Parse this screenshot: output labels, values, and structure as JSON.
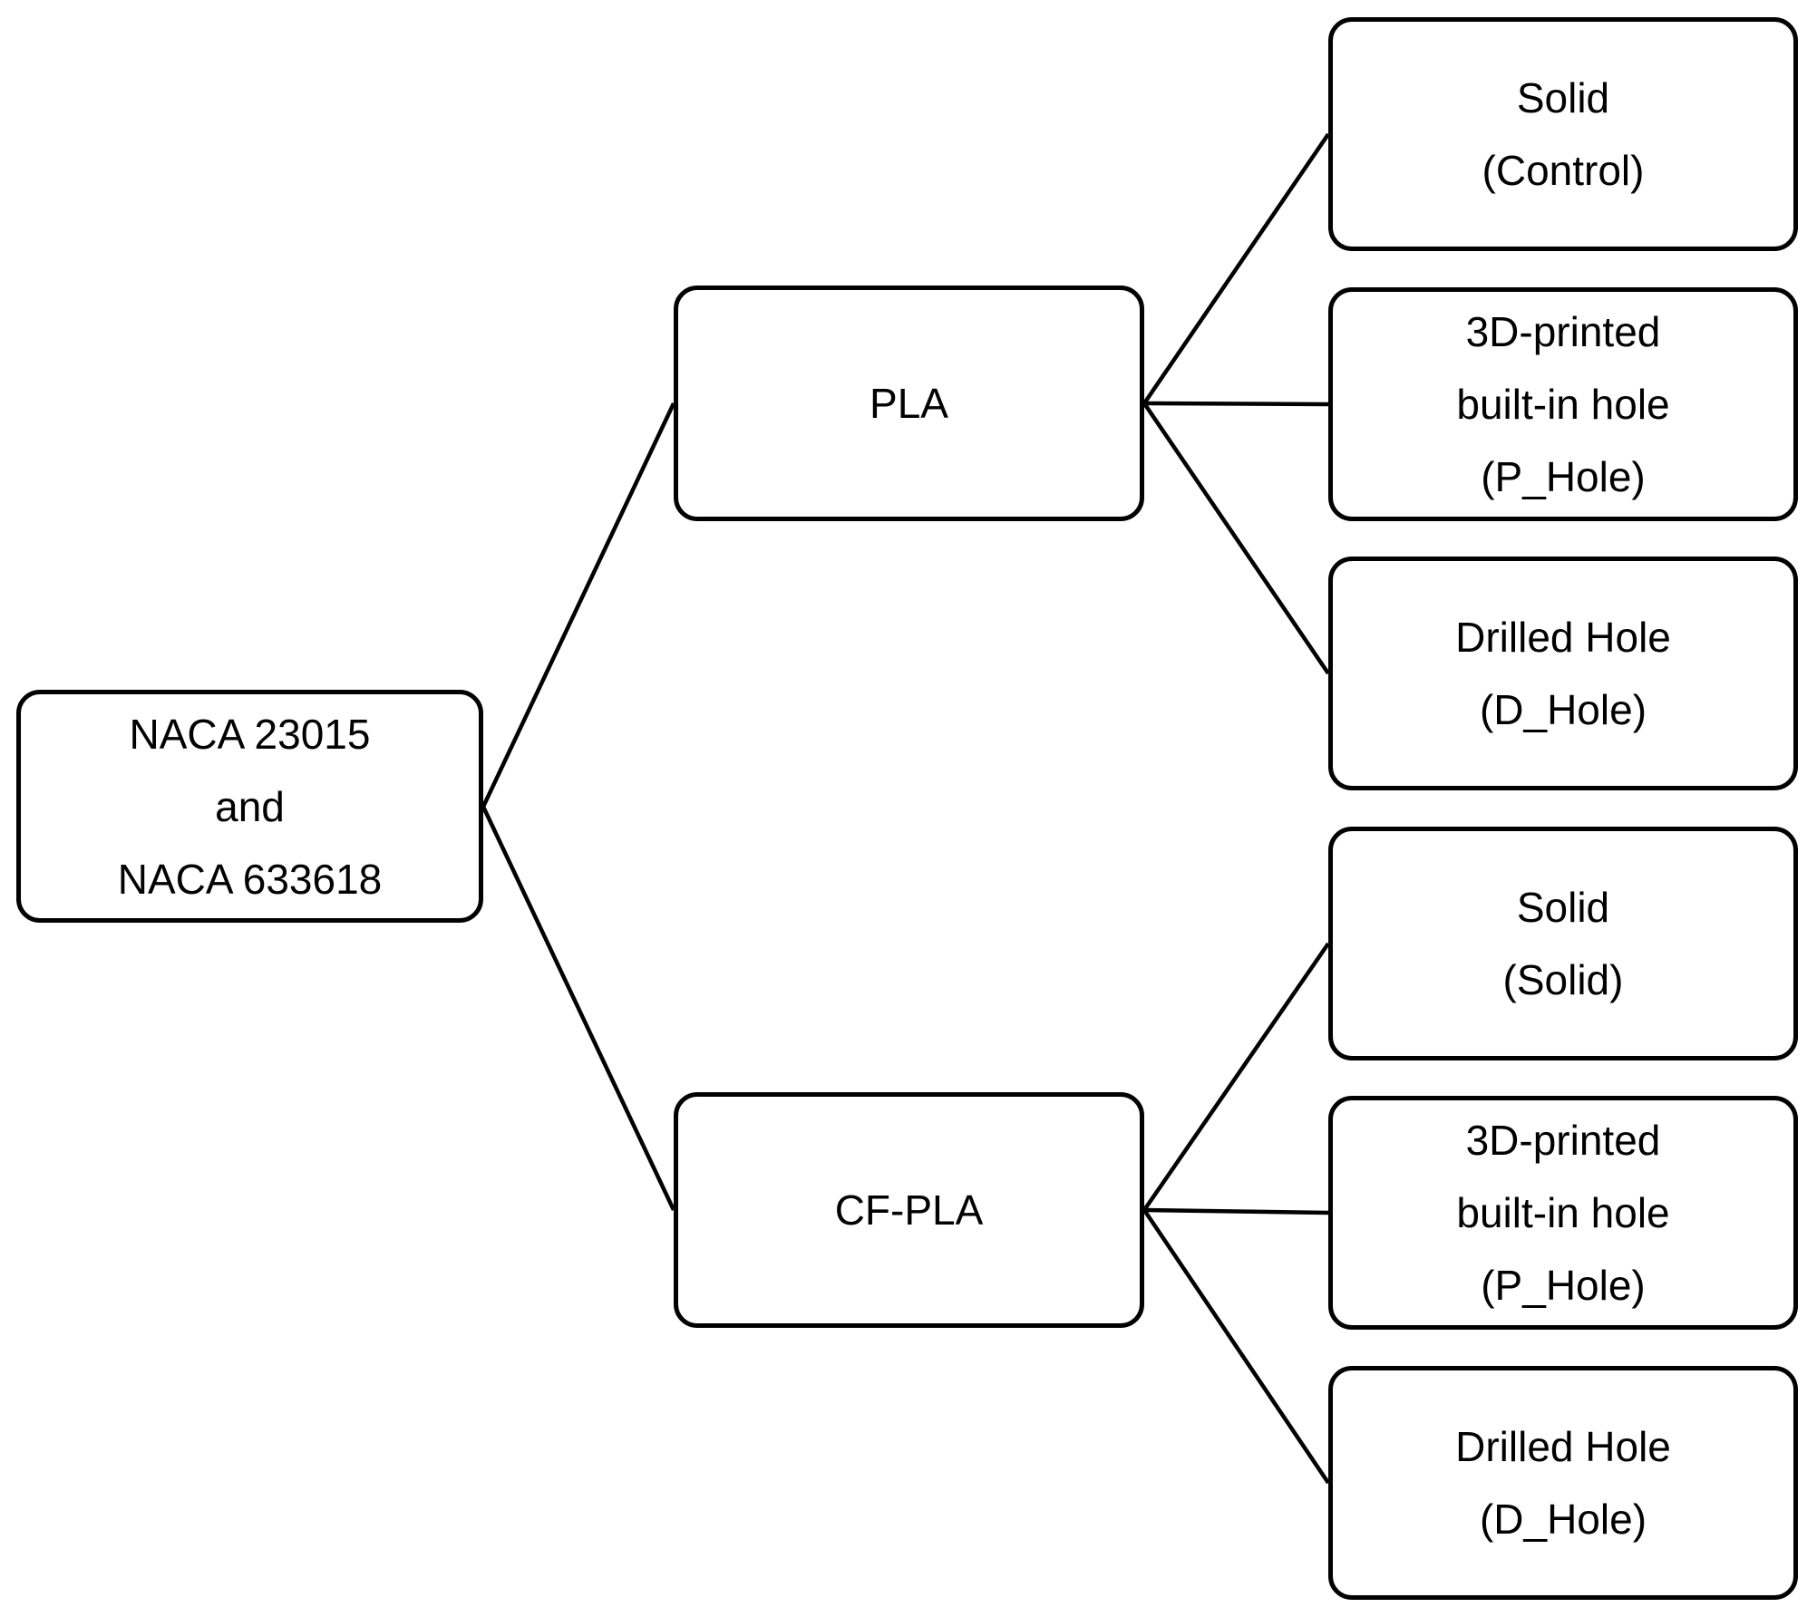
{
  "diagram": {
    "type": "tree",
    "colors": {
      "stroke": "#000000",
      "background": "#ffffff",
      "node_fill": "#ffffff"
    },
    "root": {
      "label": "NACA 23015\nand\nNACA 633618"
    },
    "branches": [
      {
        "label": "PLA",
        "children": [
          {
            "label": "Solid\n(Control)"
          },
          {
            "label": "3D-printed\nbuilt-in hole\n(P_Hole)"
          },
          {
            "label": "Drilled Hole\n(D_Hole)"
          }
        ]
      },
      {
        "label": "CF-PLA",
        "children": [
          {
            "label": "Solid\n(Solid)"
          },
          {
            "label": "3D-printed\nbuilt-in hole\n(P_Hole)"
          },
          {
            "label": "Drilled Hole\n(D_Hole)"
          }
        ]
      }
    ]
  }
}
